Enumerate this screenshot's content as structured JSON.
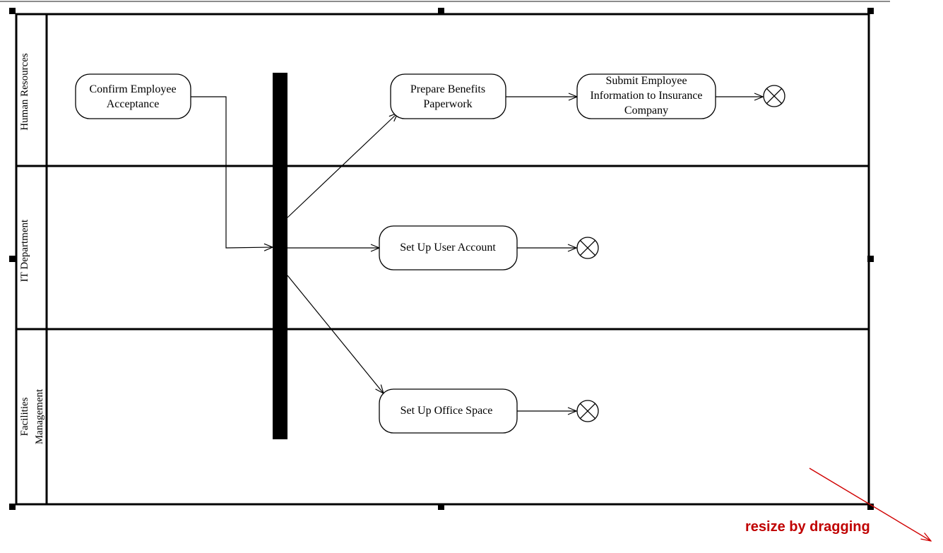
{
  "colors": {
    "line": "#000000",
    "top_rule": "#8c8c8c",
    "hint": "#c00000"
  },
  "lanes": [
    {
      "id": "hr",
      "lines": [
        "Human Resources"
      ]
    },
    {
      "id": "it",
      "lines": [
        "IT Department"
      ]
    },
    {
      "id": "fm",
      "lines": [
        "Facilities",
        "Management"
      ]
    }
  ],
  "activities": [
    {
      "id": "confirm",
      "lines": [
        "Confirm Employee",
        "Acceptance"
      ]
    },
    {
      "id": "benefits",
      "lines": [
        "Prepare Benefits",
        "Paperwork"
      ]
    },
    {
      "id": "submit",
      "lines": [
        "Submit Employee",
        "Information to Insurance",
        "Company"
      ]
    },
    {
      "id": "user_account",
      "lines": [
        "Set Up User Account"
      ]
    },
    {
      "id": "office_space",
      "lines": [
        "Set Up Office Space"
      ]
    }
  ],
  "flow_ends": [
    "hr-flow-end",
    "it-flow-end",
    "fm-flow-end"
  ],
  "resize_hint": "resize by dragging"
}
